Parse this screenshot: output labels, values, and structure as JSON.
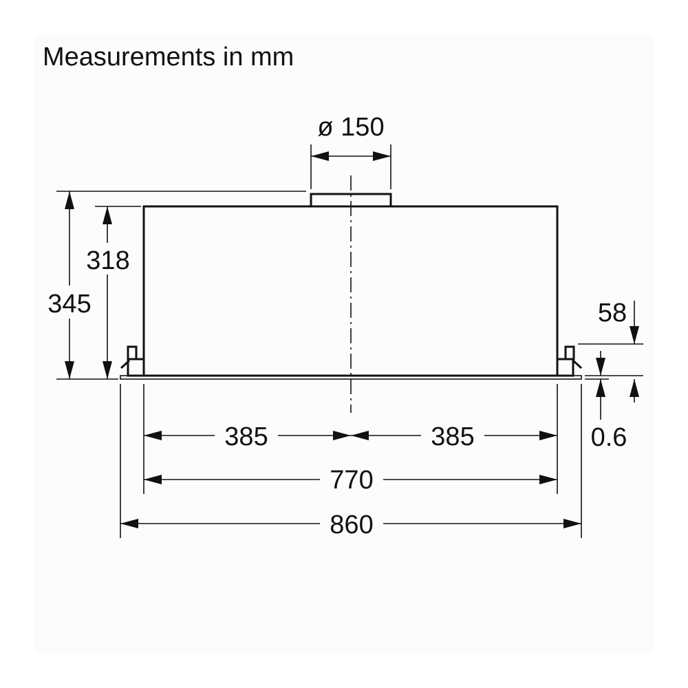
{
  "title": "Measurements in mm",
  "dimensions": {
    "duct_diameter": "ø 150",
    "total_height": "345",
    "body_height": "318",
    "bracket_offset": "58",
    "flange_thickness": "0.6",
    "half_width_left": "385",
    "half_width_right": "385",
    "body_width": "770",
    "total_width": "860"
  }
}
